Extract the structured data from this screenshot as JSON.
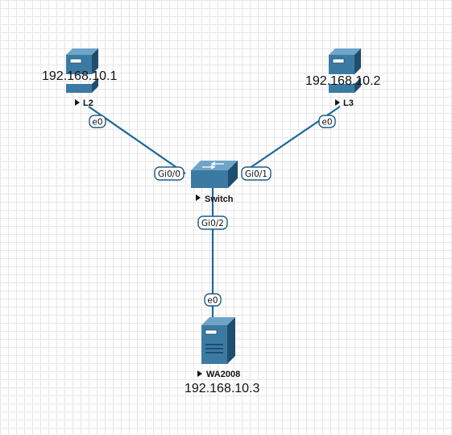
{
  "nodes": {
    "l2": {
      "name": "L2",
      "ip": "192.168.10.1",
      "icon": "host-box-icon"
    },
    "l3": {
      "name": "L3",
      "ip": "192.168.10.2",
      "icon": "host-box-icon"
    },
    "switch": {
      "name": "Switch",
      "icon": "switch-icon"
    },
    "wa2008": {
      "name": "WA2008",
      "ip": "192.168.10.3",
      "icon": "server-tower-icon"
    }
  },
  "ports": {
    "l2_e0": "e0",
    "l3_e0": "e0",
    "switch_gi00": "Gi0/0",
    "switch_gi01": "Gi0/1",
    "switch_gi02": "Gi0/2",
    "wa2008_e0": "e0"
  },
  "colors": {
    "link": "#1d6896",
    "device_dark": "#1f4d6e",
    "device_mid": "#3b7aa3",
    "device_light": "#6fa4c8",
    "grid": "#e6e6e6"
  }
}
